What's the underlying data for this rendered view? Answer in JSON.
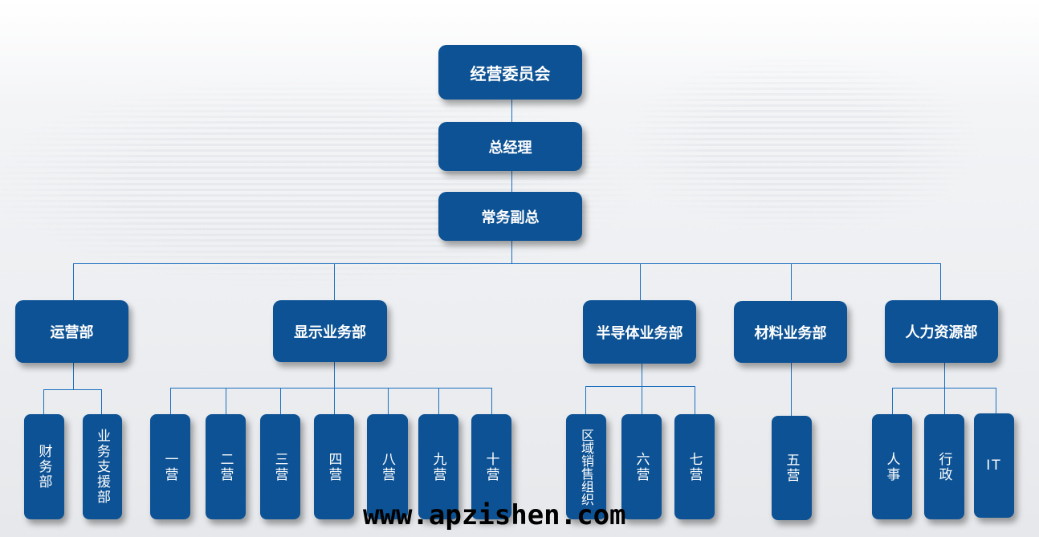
{
  "top": [
    "经营委员会",
    "总经理",
    "常务副总"
  ],
  "departments": [
    {
      "name": "运营部",
      "children": [
        "财务部",
        "业务支援部"
      ]
    },
    {
      "name": "显示业务部",
      "children": [
        "一营",
        "二营",
        "三营",
        "四营",
        "八营",
        "九营",
        "十营"
      ]
    },
    {
      "name": "半导体业务部",
      "children": [
        "区域销售组织",
        "六营",
        "七营"
      ]
    },
    {
      "name": "材料业务部",
      "children": [
        "五营"
      ]
    },
    {
      "name": "人力资源部",
      "children": [
        "人事",
        "行政",
        "IT"
      ]
    }
  ],
  "watermark": "www.apzishen.com",
  "colors": {
    "box": "#0d5294",
    "line": "#1a6fc0"
  }
}
